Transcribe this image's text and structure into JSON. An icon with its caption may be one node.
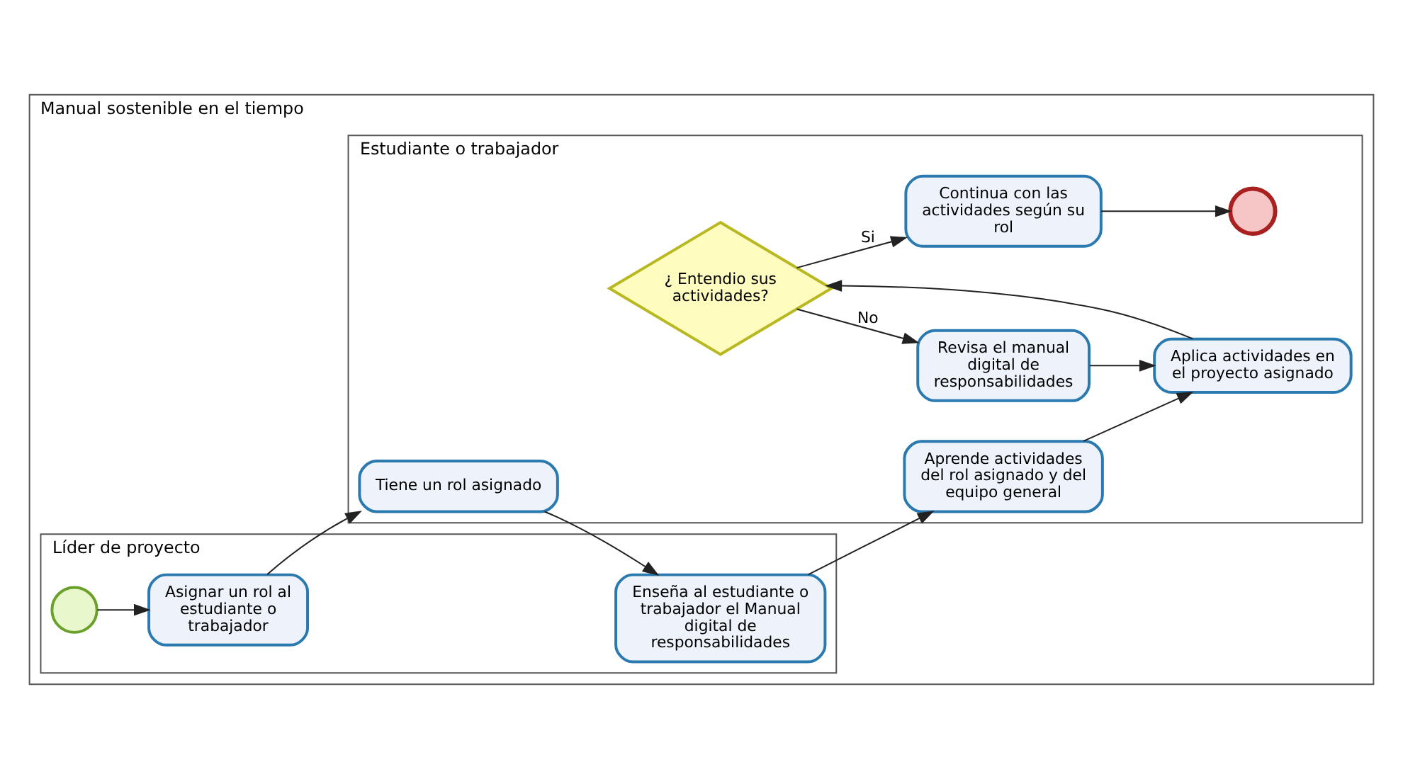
{
  "diagram": {
    "nodes": [
      {
        "text": [
          "Manual sostenible en el tiempo"
        ]
      },
      {
        "text": [
          "Estudiante o trabajador"
        ],
        "in": 0
      },
      {
        "text": [
          "Líder de proyecto"
        ],
        "in": 0
      },
      {
        "text": [],
        "shape": "circle",
        "in": 1
      },
      {
        "text": [
          "Continua con las actividades según su rol"
        ],
        "in": 1
      },
      {
        "text": [
          "¿ Entendio sus actividades?"
        ],
        "in": 1
      },
      {
        "text": [
          "Revisa el manual digital de responsabilidades"
        ],
        "in": 1
      },
      {
        "text": [
          "Tiene un rol asignado"
        ],
        "in": 1
      },
      {
        "text": [
          "Aprende actividades del rol asignado y del equipo general"
        ],
        "in": 1
      },
      {
        "text": [
          "Aplica actividades en el proyecto asignado"
        ],
        "in": 1
      },
      {
        "text": [],
        "shape": "circle",
        "in": 2
      },
      {
        "text": [
          "Asignar un rol al estudiante o trabajador"
        ],
        "in": 2
      },
      {
        "text": [
          "Enseña al estudiante o trabajador el Manual digital de responsabilidades"
        ],
        "in": 2
      }
    ],
    "edges": [
      {
        "from": 10,
        "to": 11,
        "arrow": "to"
      },
      {
        "from": 11,
        "to": 7,
        "arrow": "to"
      },
      {
        "from": 7,
        "to": 12,
        "arrow": "to"
      },
      {
        "from": 12,
        "to": 8,
        "arrow": "to"
      },
      {
        "from": 8,
        "to": 9,
        "arrow": "to"
      },
      {
        "from": 9,
        "to": 5,
        "arrow": "to"
      },
      {
        "from": 5,
        "to": 4,
        "label": "Si",
        "arrow": "to"
      },
      {
        "from": 5,
        "to": 6,
        "label": "No",
        "arrow": "to"
      },
      {
        "from": 6,
        "to": 9,
        "arrow": "to"
      },
      {
        "from": 4,
        "to": 3,
        "arrow": "to"
      }
    ]
  }
}
